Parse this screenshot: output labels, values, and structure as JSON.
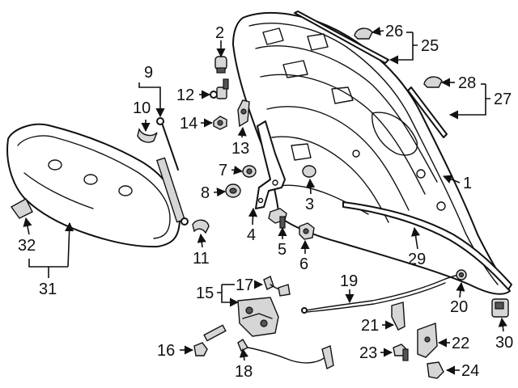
{
  "callouts": {
    "n1": "1",
    "n2": "2",
    "n3": "3",
    "n4": "4",
    "n5": "5",
    "n6": "6",
    "n7": "7",
    "n8": "8",
    "n9": "9",
    "n10": "10",
    "n11": "11",
    "n12": "12",
    "n13": "13",
    "n14": "14",
    "n15": "15",
    "n16": "16",
    "n17": "17",
    "n18": "18",
    "n19": "19",
    "n20": "20",
    "n21": "21",
    "n22": "22",
    "n23": "23",
    "n24": "24",
    "n25": "25",
    "n26": "26",
    "n27": "27",
    "n28": "28",
    "n29": "29",
    "n30": "30",
    "n31": "31",
    "n32": "32"
  }
}
